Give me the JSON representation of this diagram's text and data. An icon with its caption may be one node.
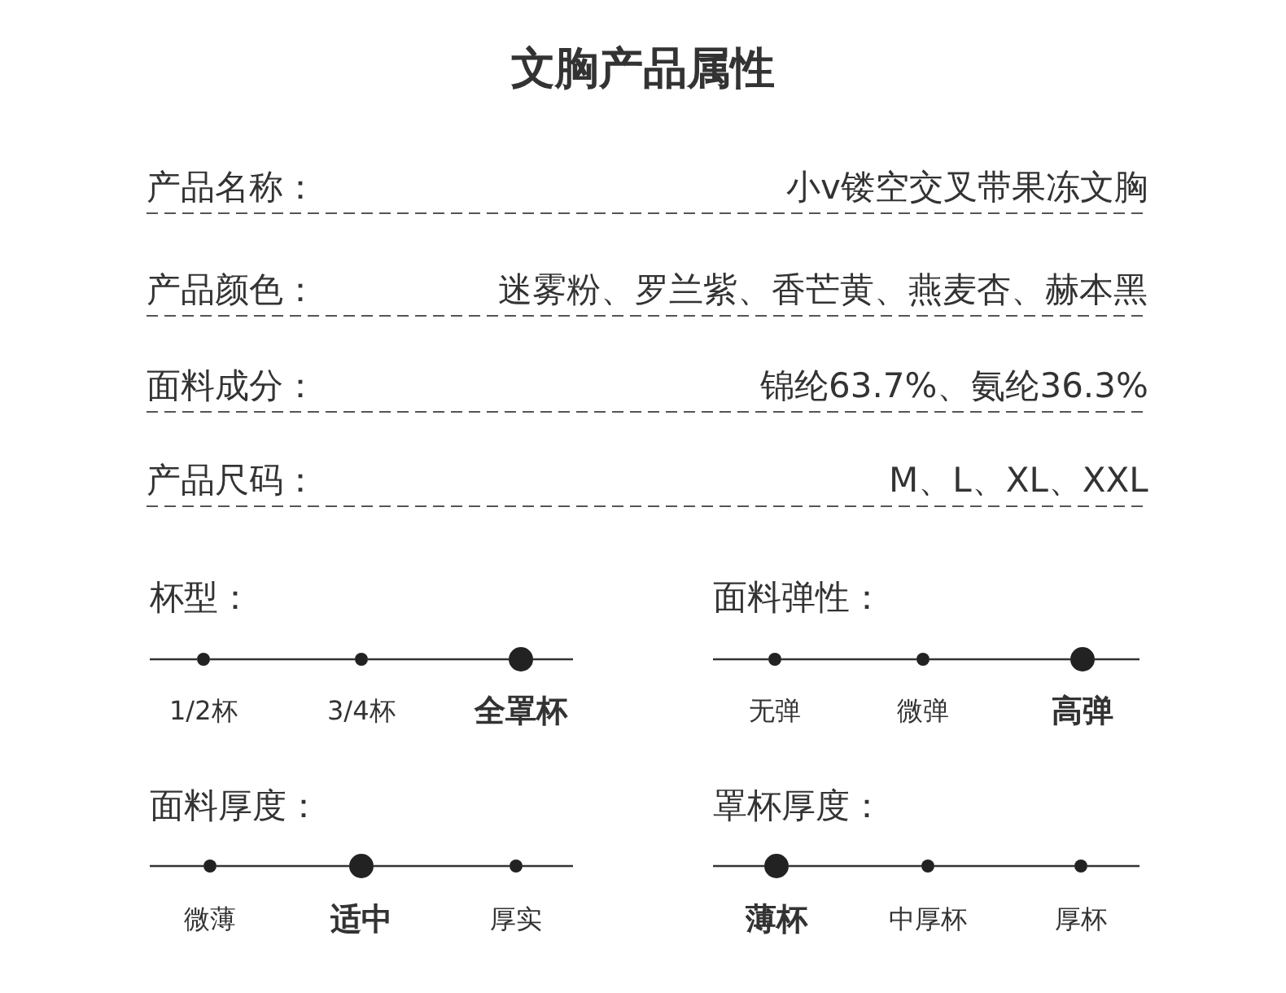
{
  "diagram": {
    "title": "文胸产品属性",
    "nodes": [
      {
        "text": [],
        "shape": "dot",
        "beside": [
          "1/2杯"
        ]
      },
      {
        "text": [],
        "shape": "dot",
        "beside": [
          "3/4杯"
        ]
      },
      {
        "text": [],
        "shape": "circle",
        "beside": [
          "全罩杯"
        ]
      },
      {
        "text": [],
        "shape": "dot",
        "beside": [
          "无弹"
        ]
      },
      {
        "text": [],
        "shape": "dot",
        "beside": [
          "微弹"
        ]
      },
      {
        "text": [],
        "shape": "circle",
        "beside": [
          "高弹"
        ]
      },
      {
        "text": [],
        "shape": "dot",
        "beside": [
          "微薄"
        ]
      },
      {
        "text": [],
        "shape": "circle",
        "beside": [
          "适中"
        ]
      },
      {
        "text": [],
        "shape": "dot",
        "beside": [
          "厚实"
        ]
      },
      {
        "text": [],
        "shape": "circle",
        "beside": [
          "薄杯"
        ]
      },
      {
        "text": [],
        "shape": "dot",
        "beside": [
          "中厚杯"
        ]
      },
      {
        "text": [],
        "shape": "dot",
        "beside": [
          "厚杯"
        ]
      }
    ],
    "edges": [
      {
        "from": 0,
        "to": 1,
        "arrow": "none"
      },
      {
        "from": 1,
        "to": 2,
        "arrow": "none"
      },
      {
        "from": 3,
        "to": 4,
        "arrow": "none"
      },
      {
        "from": 4,
        "to": 5,
        "arrow": "none"
      },
      {
        "from": 6,
        "to": 7,
        "arrow": "none"
      },
      {
        "from": 7,
        "to": 8,
        "arrow": "none"
      },
      {
        "from": 9,
        "to": 10,
        "arrow": "none"
      },
      {
        "from": 10,
        "to": 11,
        "arrow": "none"
      }
    ],
    "labels": [
      "产品名称：",
      "小v镂空交叉带果冻文胸",
      "产品颜色：",
      "迷雾粉、罗兰紫、香芒黄、燕麦杏、赫本黑",
      "面料成分：",
      "锦纶63.7%、氨纶36.3%",
      "产品尺码：",
      "M、L、XL、XXL",
      "杯型：",
      "面料弹性：",
      "面料厚度：",
      "罩杯厚度："
    ]
  }
}
